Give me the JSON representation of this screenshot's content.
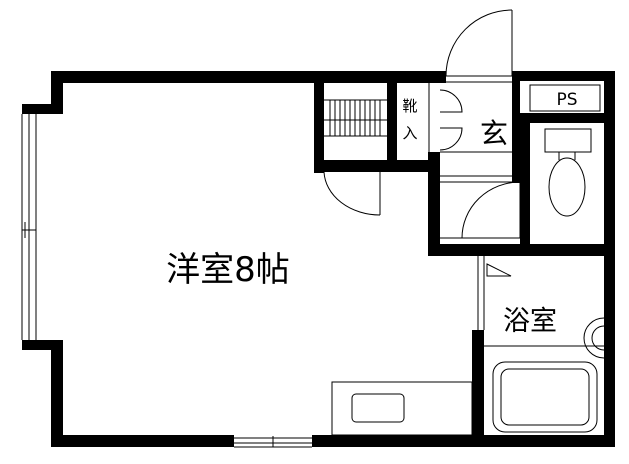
{
  "floorplan": {
    "rooms": {
      "western_room": "洋室8帖",
      "entrance": "玄",
      "bathroom": "浴室",
      "pipe_space": "PS",
      "shoe_cabinet_top": "靴",
      "shoe_cabinet_bottom": "入"
    },
    "colors": {
      "wall": "#000000",
      "line": "#000000",
      "background": "#ffffff"
    }
  }
}
